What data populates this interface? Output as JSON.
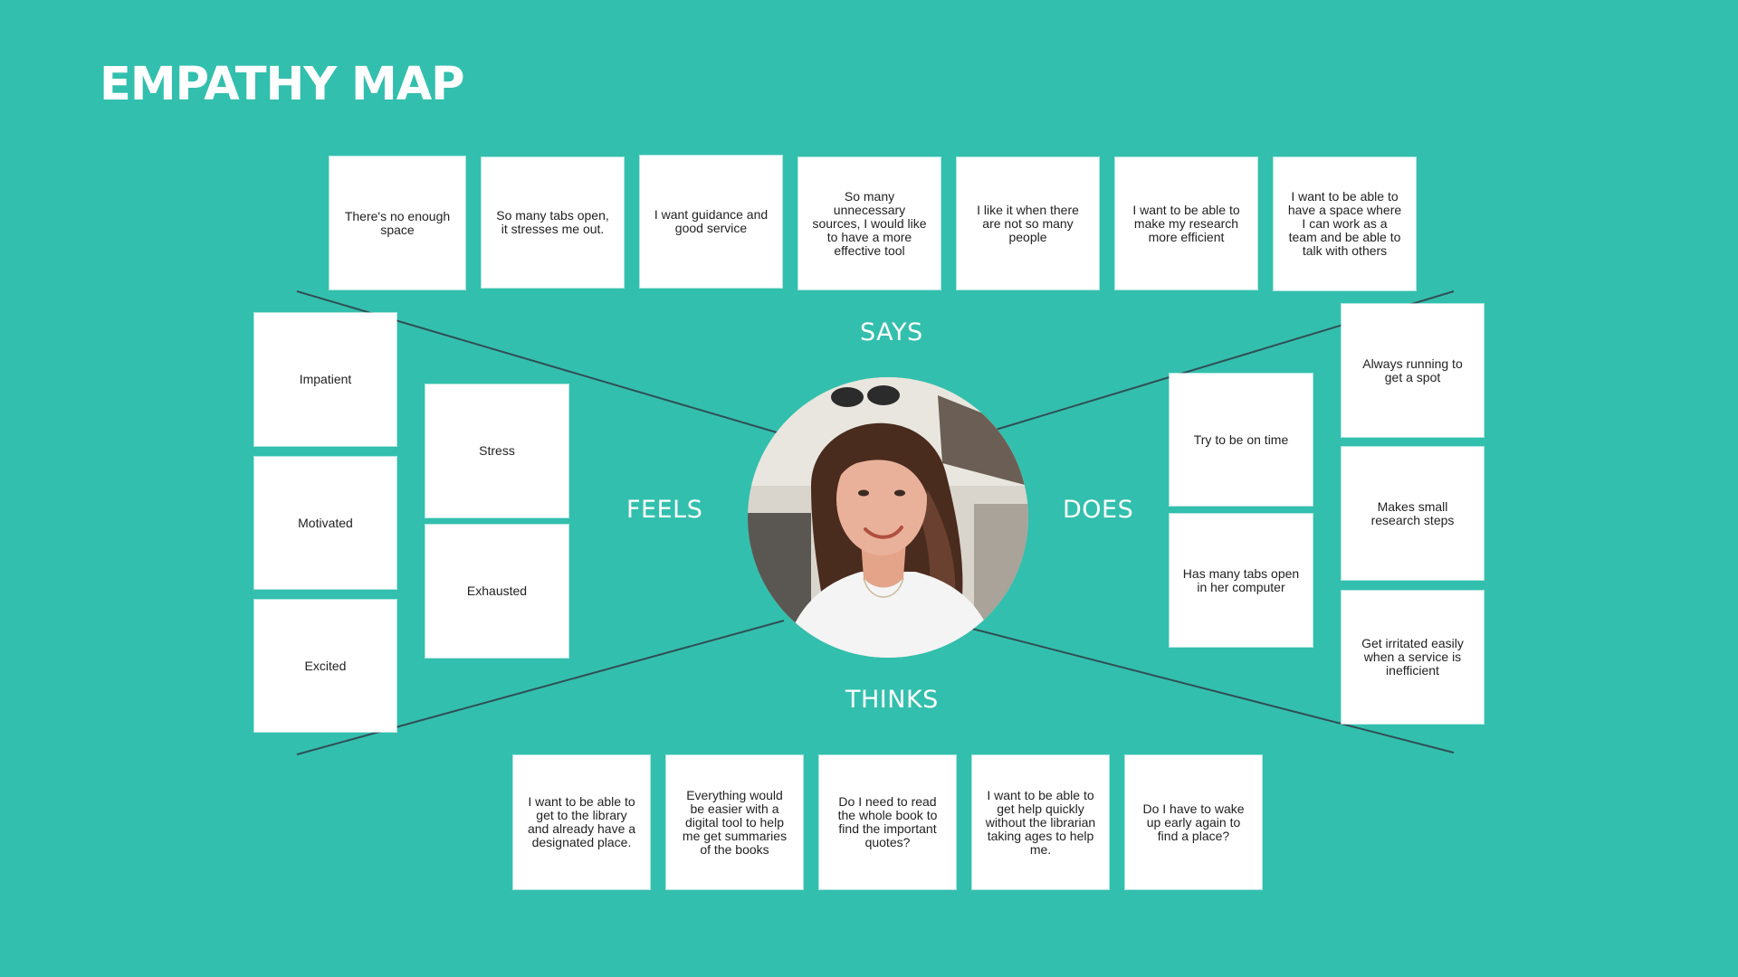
{
  "title": "EMPATHY MAP",
  "quadrants": {
    "says": "SAYS",
    "feels": "FEELS",
    "does": "DOES",
    "thinks": "THINKS"
  },
  "says_notes": [
    "There's no enough space",
    "So many tabs open, it stresses me out.",
    "I want guidance and good service",
    "So many unnecessary sources, I would like to have a more effective tool",
    "I like it when there are not so many people",
    "I want to be able to make my research more efficient",
    "I want to be able to have a space where I can work as a team and be able to talk with others"
  ],
  "feels_notes": [
    "Impatient",
    "Motivated",
    "Excited",
    "Stress",
    "Exhausted"
  ],
  "does_notes": [
    "Try to be on time",
    "Has many tabs open in her computer",
    "Always running to get a spot",
    "Makes small research steps",
    "Get irritated easily when a service is inefficient"
  ],
  "thinks_notes": [
    "I want to be able to get to the library and already have a designated place.",
    "Everything would be easier with a digital tool to help me get summaries of the books",
    "Do I need to read the whole book to find the important quotes?",
    "I want to be able to get help quickly without the librarian taking ages to help me.",
    "Do I have to wake up early again to find a place?"
  ],
  "colors": {
    "background": "#33bfad",
    "note": "#ffffff",
    "line": "#2f4f55"
  }
}
